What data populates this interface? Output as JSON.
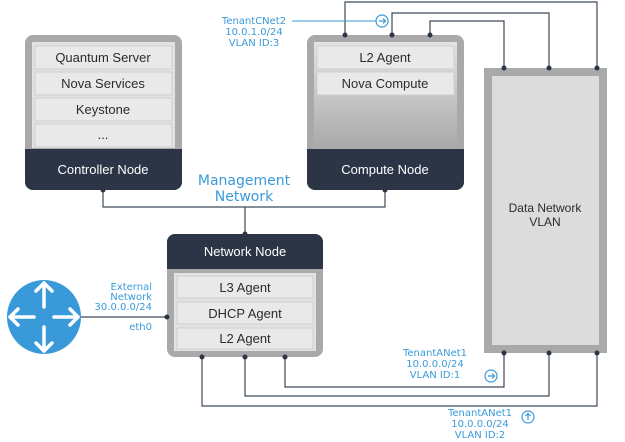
{
  "colors": {
    "node_frame": "#a9a9a9",
    "node_inner": "#e2e2e2",
    "row_fill": "#e9e9e9",
    "dark_bar": "#2b3545",
    "wire": "#3e4a5a",
    "label_blue": "#3a9ad9"
  },
  "controller_node": {
    "rows": [
      "Quantum Server",
      "Nova Services",
      "Keystone",
      "..."
    ],
    "footer": "Controller Node"
  },
  "compute_node": {
    "rows": [
      "L2 Agent",
      "Nova Compute"
    ],
    "footer": "Compute Node"
  },
  "network_node": {
    "header": "Network Node",
    "rows": [
      "L3 Agent",
      "DHCP Agent",
      "L2 Agent"
    ]
  },
  "data_network": {
    "line1": "Data Network",
    "line2": "VLAN"
  },
  "management_network": {
    "line1": "Management",
    "line2": "Network"
  },
  "external_network": {
    "line1": "External",
    "line2": "Network",
    "line3": "30.0.0.0/24",
    "interface": "eth0"
  },
  "tenant_c_net2": {
    "name": "TenantCNet2",
    "subnet": "10.0.1.0/24",
    "vlan": "VLAN ID:3"
  },
  "tenant_a_net1_vlan1": {
    "name": "TenantANet1",
    "subnet": "10.0.0.0/24",
    "vlan": "VLAN ID:1"
  },
  "tenant_a_net1_vlan2": {
    "name": "TenantANet1",
    "subnet": "10.0.0.0/24",
    "vlan": "VLAN ID:2"
  },
  "router_icon": "router-icon"
}
